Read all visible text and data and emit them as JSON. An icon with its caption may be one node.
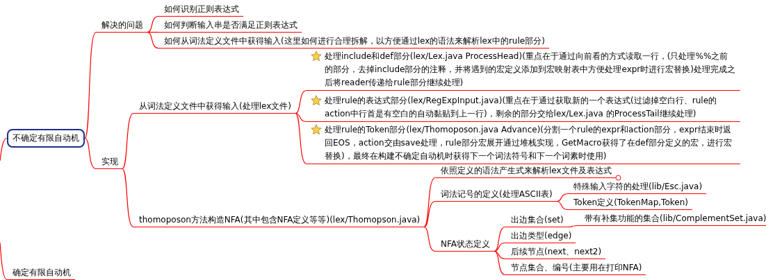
{
  "diagram": {
    "nodes": [
      {
        "text": [
          "不确定有限自动机"
        ]
      },
      {
        "text": [
          "解决的问题"
        ]
      },
      {
        "text": [
          "如何识别正则表达式"
        ]
      },
      {
        "text": [
          "如何判断输入串是否满足正则表达式"
        ]
      },
      {
        "text": [
          "如何从词法定义文件中获得输入(这里如何进行合理拆解，以方便通过lex的语法来解析lex中的rule部分)"
        ]
      },
      {
        "text": [
          "实现"
        ]
      },
      {
        "text": [
          "从词法定义文件中获得输入(处理lex文件)"
        ]
      },
      {
        "text": [
          "处理include和def部分(lex/Lex.java ProcessHead)(重点在于通过向前看的方式读取一行，(只处理%%之前的部分，去掉include部分的注释，并将遇到的宏定义添加到宏映射表中方便处理expr时进行宏替换)处理完成之后将reader传递给rule部分继续处理)"
        ]
      },
      {
        "text": [
          "处理rule的表达式部分(lex/RegExpInput.java)(重点在于通过获取新的一个表达式(过滤掉空白行、rule的action中行首是有空白的自动黏贴到上一行)，剩余的部分交给lex/Lex.java 的ProcessTail继续处理)"
        ]
      },
      {
        "text": [
          "处理rule的Token部分(lex/Thomoposon.java Advance)(分割一个rule的expr和action部分，expr结束时返回EOS，action交由save处理，rule部分宏展开通过堆栈实现，GetMacro获得了在def部分定义的宏，进行宏替换)，最终在构建不确定自动机时获得下一个词法符号和下一个词素时使用)"
        ]
      },
      {
        "text": [
          "thomoposon方法构造NFA(其中包含NFA定义等等)(lex/Thomopson.java)"
        ]
      },
      {
        "text": [
          "依照定义的语法产生式来解析lex文件及表达式"
        ]
      },
      {
        "text": [
          "词法记号的定义(处理ASCII表)"
        ]
      },
      {
        "text": [
          "特殊输入字符的处理(lib/Esc.java)"
        ]
      },
      {
        "text": [
          "Token定义(TokenMap,Token)"
        ]
      },
      {
        "text": [
          "NFA状态定义"
        ]
      },
      {
        "text": [
          "出边集合(set)"
        ]
      },
      {
        "text": [
          "带有补集功能的集合(lib/ComplementSet.java)"
        ]
      },
      {
        "text": [
          "出边类型(edge)"
        ]
      },
      {
        "text": [
          "后续节点(next、next2)"
        ]
      },
      {
        "text": [
          "节点集合、编号(主要用在打印NFA)"
        ]
      },
      {
        "text": [
          "确定有限自动机"
        ]
      }
    ],
    "edges": [
      {
        "from": null,
        "to": 0,
        "arrow": "none"
      },
      {
        "from": 0,
        "to": 1,
        "arrow": "none"
      },
      {
        "from": 1,
        "to": 2,
        "arrow": "none"
      },
      {
        "from": 1,
        "to": 3,
        "arrow": "none"
      },
      {
        "from": 1,
        "to": 4,
        "arrow": "none"
      },
      {
        "from": 0,
        "to": 5,
        "arrow": "none"
      },
      {
        "from": 5,
        "to": 6,
        "arrow": "none"
      },
      {
        "from": 6,
        "to": 7,
        "arrow": "none"
      },
      {
        "from": 6,
        "to": 8,
        "arrow": "none"
      },
      {
        "from": 6,
        "to": 9,
        "arrow": "none"
      },
      {
        "from": 5,
        "to": 10,
        "arrow": "none"
      },
      {
        "from": 10,
        "to": 11,
        "arrow": "none"
      },
      {
        "from": 10,
        "to": 12,
        "arrow": "none"
      },
      {
        "from": 12,
        "to": 13,
        "arrow": "none"
      },
      {
        "from": 12,
        "to": 14,
        "arrow": "none"
      },
      {
        "from": 10,
        "to": 15,
        "arrow": "none"
      },
      {
        "from": 15,
        "to": 16,
        "arrow": "none"
      },
      {
        "from": 16,
        "to": 17,
        "arrow": "none"
      },
      {
        "from": 15,
        "to": 18,
        "arrow": "none"
      },
      {
        "from": 15,
        "to": 19,
        "arrow": "none"
      },
      {
        "from": 15,
        "to": 20,
        "arrow": "none"
      },
      {
        "from": null,
        "to": 21,
        "arrow": "none"
      }
    ]
  }
}
